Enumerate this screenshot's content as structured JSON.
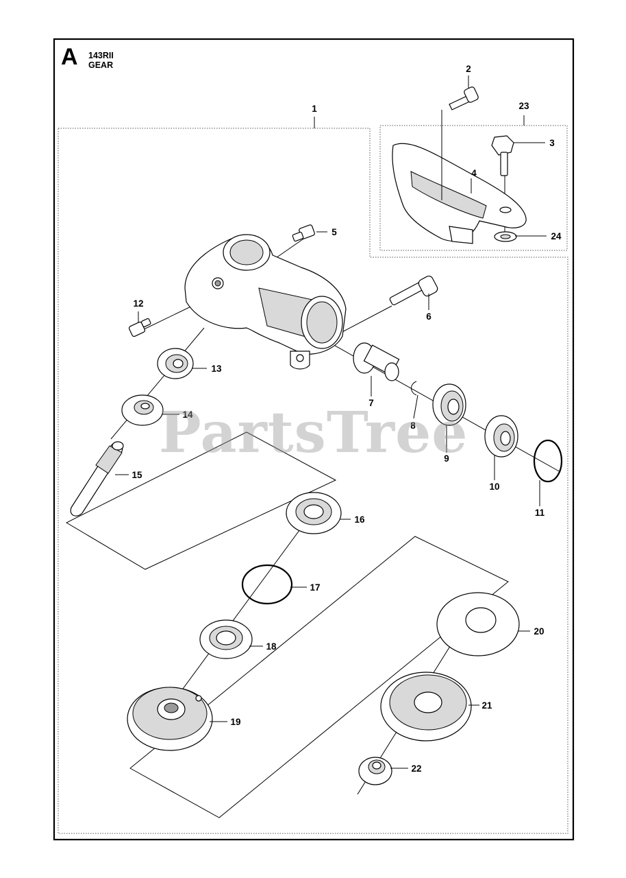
{
  "header": {
    "section_letter": "A",
    "model": "143RII",
    "title": "GEAR"
  },
  "watermark": "PartsTree",
  "callouts": {
    "c1": "1",
    "c2": "2",
    "c3": "3",
    "c4": "4",
    "c5": "5",
    "c6": "6",
    "c7": "7",
    "c8": "8",
    "c9": "9",
    "c10": "10",
    "c11": "11",
    "c12": "12",
    "c13": "13",
    "c14": "14",
    "c15": "15",
    "c16": "16",
    "c17": "17",
    "c18": "18",
    "c19": "19",
    "c20": "20",
    "c21": "21",
    "c22": "22",
    "c23": "23",
    "c24": "24"
  }
}
